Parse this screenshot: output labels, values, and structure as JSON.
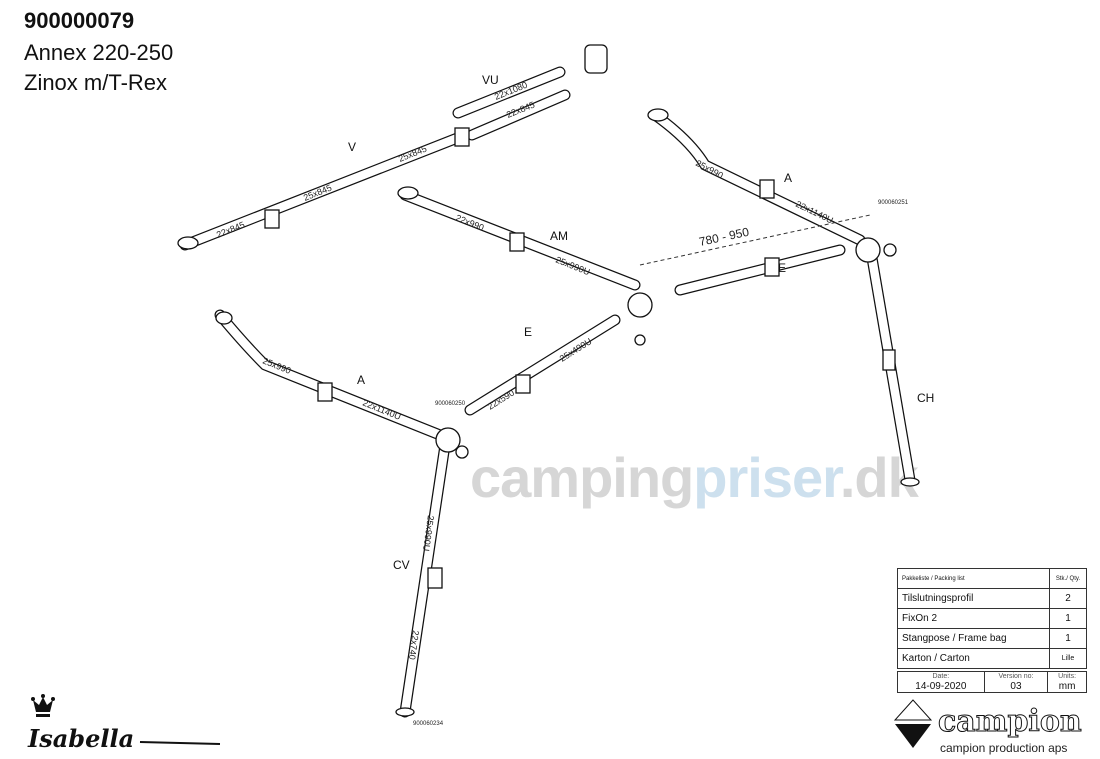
{
  "header": {
    "code": "900000079",
    "line1": "Annex 220-250",
    "line2": "Zinox m/T-Rex"
  },
  "parts": {
    "VU": "VU",
    "V": "V",
    "AM": "AM",
    "A_top": "A",
    "A_left": "A",
    "E_top": "E",
    "E_left": "E",
    "CH": "CH",
    "CV": "CV"
  },
  "pipes": {
    "vu": "22x1080",
    "vu2": "22x845",
    "v1": "25x845",
    "v2": "25x845",
    "v3": "22x845",
    "am1": "22x990",
    "am2": "25x990U",
    "a1": "25x990",
    "a2": "22x1140U",
    "a3": "25x990",
    "a4": "22x1140U",
    "e1": "25x490U",
    "e2": "22x590",
    "cv1": "25x990U",
    "cv2": "22x740"
  },
  "dimension": "780 - 950",
  "part_numbers": {
    "p1": "900060251",
    "p2": "900060250",
    "p3": "900060234"
  },
  "watermark": {
    "a": "camping",
    "b": "priser",
    "c": ".dk"
  },
  "packing": {
    "header": "Pakkeliste / Packing list",
    "qty_header": "Stk./ Qty.",
    "rows": [
      {
        "item": "Tilslutningsprofil",
        "qty": "2"
      },
      {
        "item": "FixOn 2",
        "qty": "1"
      },
      {
        "item": "Stangpose / Frame bag",
        "qty": "1"
      },
      {
        "item": "Karton / Carton",
        "qty": "Lille"
      }
    ]
  },
  "meta": {
    "date_label": "Date:",
    "date": "14-09-2020",
    "version_label": "Version no:",
    "version": "03",
    "units_label": "Units:",
    "units": "mm"
  },
  "logos": {
    "isabella": "Isabella",
    "campion": "campion",
    "campion_sub": "campion production aps"
  }
}
